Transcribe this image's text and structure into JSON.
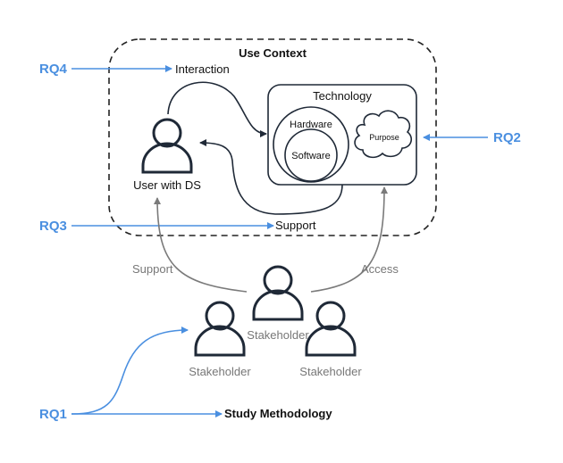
{
  "context": {
    "title": "Use Context"
  },
  "technology": {
    "title": "Technology",
    "hardware": "Hardware",
    "software": "Software",
    "purpose": "Purpose"
  },
  "user": {
    "label": "User with DS"
  },
  "flows": {
    "interaction": "Interaction",
    "support_inner": "Support",
    "support_outer": "Support",
    "access": "Access"
  },
  "stakeholders": {
    "top": "Stakeholder",
    "left": "Stakeholder",
    "right": "Stakeholder"
  },
  "methodology": {
    "label": "Study Methodology"
  },
  "research_questions": {
    "rq1": "RQ1",
    "rq2": "RQ2",
    "rq3": "RQ3",
    "rq4": "RQ4"
  },
  "colors": {
    "rq_blue": "#4a8fe0",
    "dark": "#1f2937",
    "grey": "#7a7a7a"
  }
}
